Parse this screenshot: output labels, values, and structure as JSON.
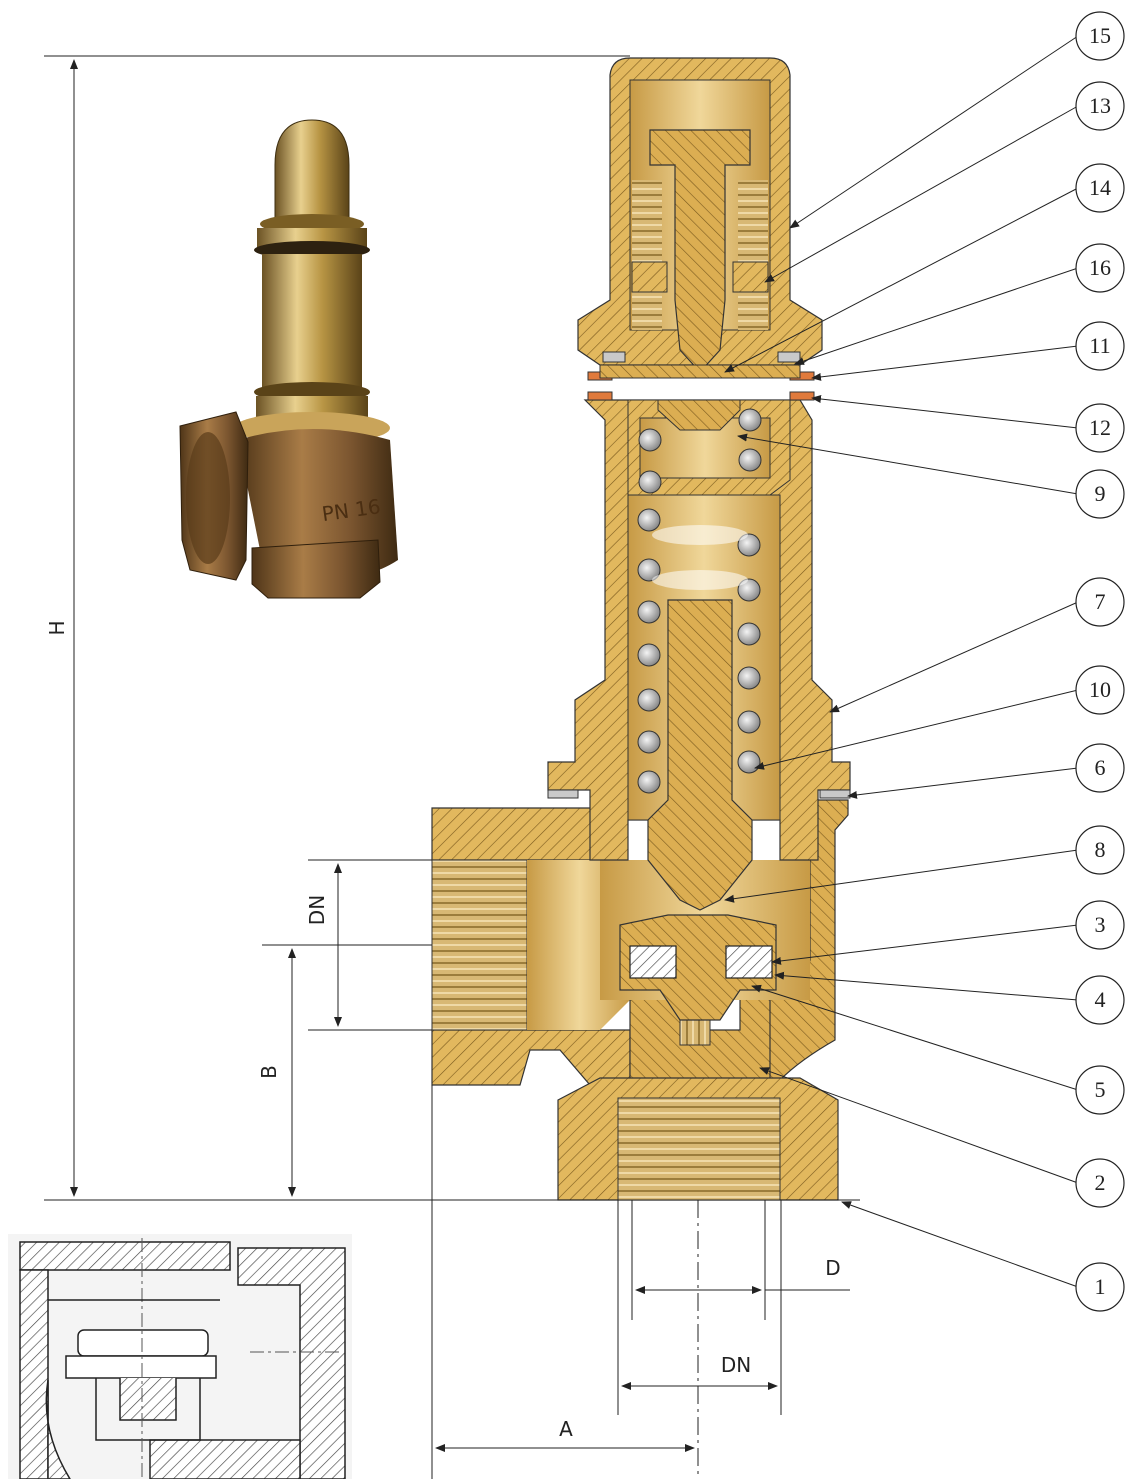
{
  "photo": {
    "badge_text": "PN 16"
  },
  "dimensions": {
    "H": "H",
    "B": "B",
    "DN_inlet": "DN",
    "D": "D",
    "DN_outlet": "DN",
    "A": "A"
  },
  "callouts": [
    "15",
    "13",
    "14",
    "16",
    "11",
    "12",
    "9",
    "7",
    "10",
    "6",
    "8",
    "3",
    "4",
    "5",
    "2",
    "1"
  ],
  "colors": {
    "brass_light": "#e6c372",
    "brass_mid": "#d4a64b",
    "brass_dark": "#a97e2b",
    "outline": "#333333",
    "seal_grey": "#c9c9c9",
    "seal_orange": "#e07a3c"
  }
}
